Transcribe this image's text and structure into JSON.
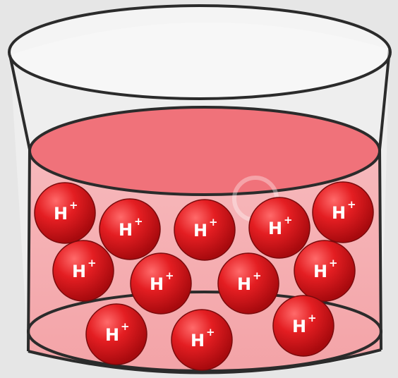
{
  "colors": {
    "background": "#e6e6e6",
    "solution_surface": "#f0727a",
    "solution_body": "#f6b3b6",
    "beaker_outline": "#2b2b2b",
    "ion_fill": "#d81418",
    "ion_label": "#ffffff"
  },
  "ion": {
    "symbol": "H",
    "charge": "+"
  },
  "ions_count_rows": [
    5,
    4,
    3
  ]
}
